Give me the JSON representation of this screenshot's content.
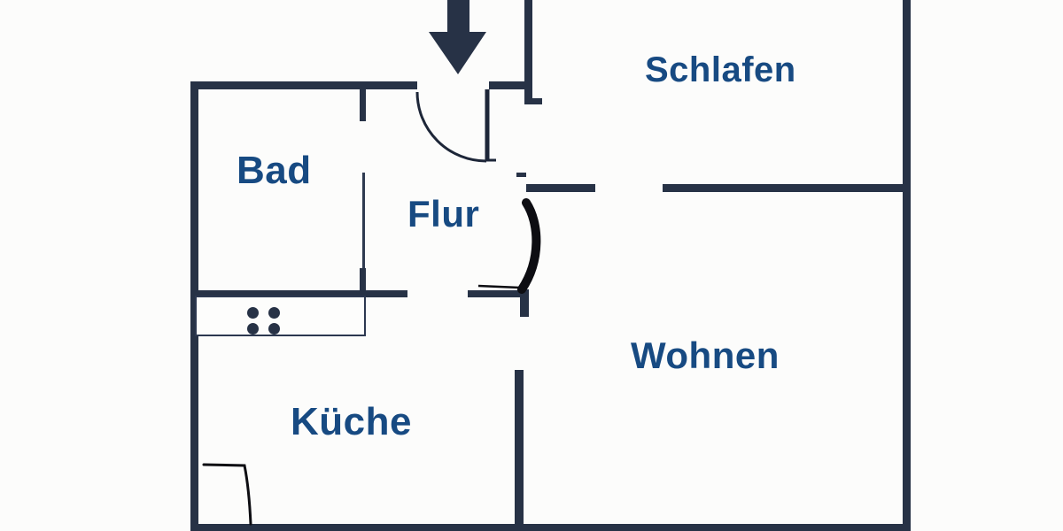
{
  "floorplan": {
    "type": "apartment-floor-plan",
    "rooms": [
      {
        "name": "schlafen",
        "label": "Schlafen"
      },
      {
        "name": "bad",
        "label": "Bad"
      },
      {
        "name": "flur",
        "label": "Flur"
      },
      {
        "name": "wohnen",
        "label": "Wohnen"
      },
      {
        "name": "kueche",
        "label": "Küche"
      }
    ],
    "symbols": {
      "entrance_arrow": "arrow-down-icon",
      "entrance_door": "door-swing-arc",
      "stove_burner_count": 4,
      "hand_drawn_marks": [
        "door-leaf-stroke-flur-wohnen",
        "corner-stroke-kueche"
      ]
    },
    "colors": {
      "wall": "#273246",
      "label_text": "#174a82",
      "ink": "#0d0d12",
      "background": "#fcfcfb"
    }
  }
}
